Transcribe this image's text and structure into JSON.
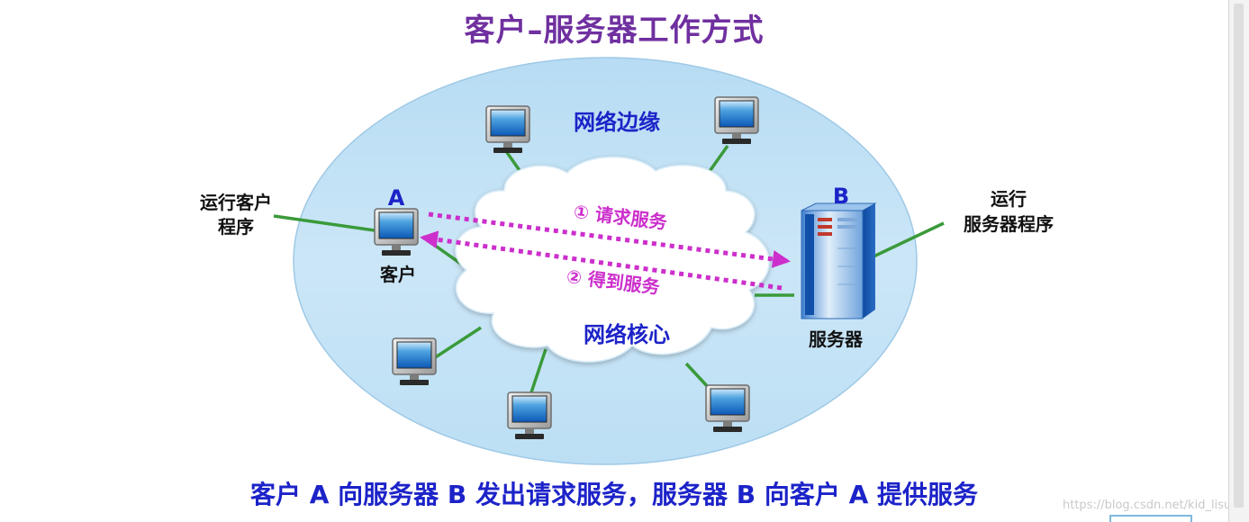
{
  "title": "客户–服务器工作方式",
  "labels": {
    "edge": "网络边缘",
    "core": "网络核心",
    "host_a": "A",
    "host_b": "B",
    "client": "客户",
    "server": "服务器",
    "client_program_line1": "运行客户",
    "client_program_line2": "程序",
    "server_program_line1": "运行",
    "server_program_line2": "服务器程序",
    "request": "① 请求服务",
    "response": "② 得到服务"
  },
  "caption": "客户 A 向服务器 B 发出请求服务，服务器 B 向客户 A 提供服务",
  "watermark": "https://blog.csdn.net/kid_lisu",
  "colors": {
    "title": "#7030a0",
    "label_blue": "#1c23c8",
    "arrow": "#cc2fcc",
    "link": "#3a9a3a",
    "edge_fill": "#c5e3f6",
    "cloud": "#ffffff"
  },
  "icons": {
    "host": "computer-monitor-icon",
    "server": "server-tower-icon",
    "cloud": "cloud-icon"
  }
}
